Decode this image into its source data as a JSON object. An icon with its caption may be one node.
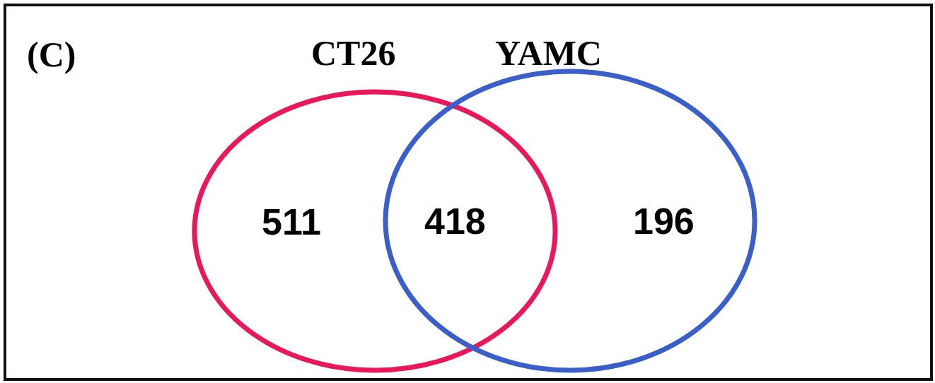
{
  "diagram": {
    "nodes": [
      {
        "text": [
          "CT26",
          "511"
        ]
      },
      {
        "text": [
          "YAMC",
          "196"
        ]
      }
    ],
    "labels": [
      "(C)",
      "418"
    ]
  }
}
